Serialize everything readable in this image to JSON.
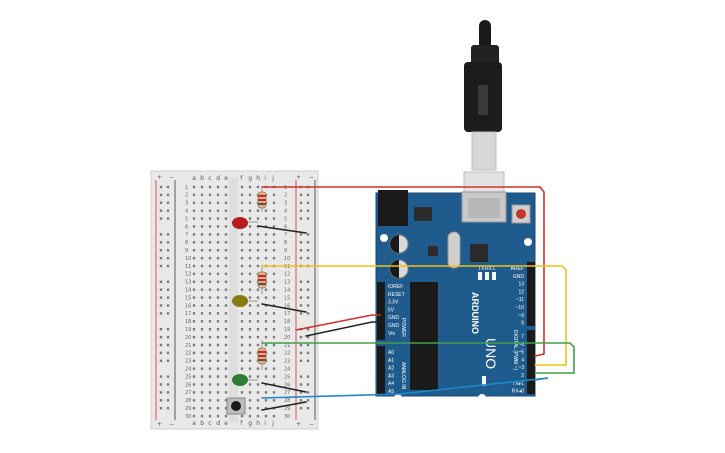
{
  "breadboard": {
    "column_letters_left": [
      "a",
      "b",
      "c",
      "d",
      "e"
    ],
    "column_letters_right": [
      "f",
      "g",
      "h",
      "i",
      "j"
    ],
    "rail_plus": "+",
    "rail_minus": "−",
    "row_numbers": [
      "1",
      "2",
      "3",
      "4",
      "5",
      "6",
      "7",
      "8",
      "9",
      "10",
      "11",
      "12",
      "13",
      "14",
      "15",
      "16",
      "17",
      "18",
      "19",
      "20",
      "21",
      "22",
      "23",
      "24",
      "25",
      "26",
      "27",
      "28",
      "29",
      "30"
    ]
  },
  "arduino": {
    "model": "UNO",
    "brand": "ARDUINO",
    "power_header": "POWER",
    "analog_header": "ANALOG IN",
    "digital_header": "DIGITAL (PWM ~)",
    "power_pins": [
      "IOREF",
      "RESET",
      "3.3V",
      "5V",
      "GND",
      "GND",
      "Vin"
    ],
    "analog_pins": [
      "A0",
      "A1",
      "A2",
      "A3",
      "A4",
      "A5"
    ],
    "top_pins": [
      "AREF",
      "GND",
      "13",
      "12",
      "~11",
      "~10",
      "~9",
      "8"
    ],
    "bottom_pins": [
      "7",
      "~6",
      "~5",
      "4",
      "~3",
      "2",
      "TX▸1",
      "RX◂0"
    ],
    "leds_label": [
      "TX",
      "RX",
      "L"
    ]
  },
  "colors": {
    "board": "#1f5b8c",
    "breadboard": "#e8e8e8",
    "wire_red": "#d32f2f",
    "wire_black": "#222222",
    "wire_yellow": "#f2c313",
    "wire_green": "#43a047",
    "wire_blue": "#1e88c9",
    "led_red": "#b71c1c",
    "led_olive": "#8a7a12",
    "led_green": "#2e7d32"
  }
}
